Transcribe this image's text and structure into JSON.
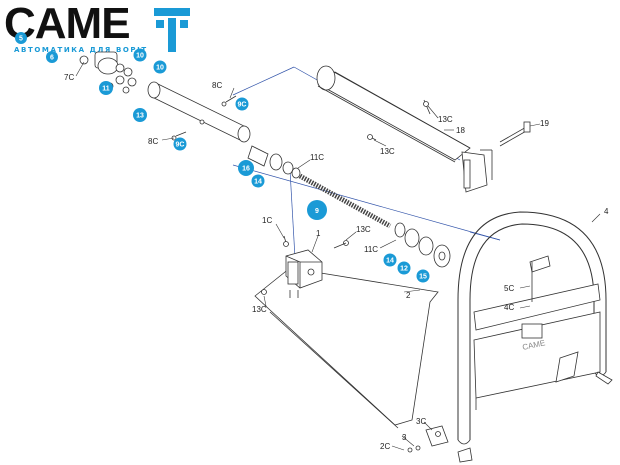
{
  "brand": {
    "name": "CAME",
    "tagline": "АВТОМАТИКА ДЛЯ ВОРІТ",
    "accent": "#1a9ad6"
  },
  "part_badges": [
    {
      "id": "5",
      "text": "5"
    },
    {
      "id": "6",
      "text": "6"
    },
    {
      "id": "10a",
      "text": "10"
    },
    {
      "id": "10b",
      "text": "10"
    },
    {
      "id": "11",
      "text": "11"
    },
    {
      "id": "13",
      "text": "13"
    },
    {
      "id": "9c1",
      "text": "9C"
    },
    {
      "id": "9c2",
      "text": "9C"
    },
    {
      "id": "16",
      "text": "16"
    },
    {
      "id": "14a",
      "text": "14"
    },
    {
      "id": "9",
      "text": "9"
    },
    {
      "id": "14b",
      "text": "14"
    },
    {
      "id": "12",
      "text": "12"
    },
    {
      "id": "15",
      "text": "15"
    }
  ],
  "part_labels": [
    {
      "id": "7c",
      "text": "7C"
    },
    {
      "id": "8c1",
      "text": "8C"
    },
    {
      "id": "8c2",
      "text": "8C"
    },
    {
      "id": "11c1",
      "text": "11C"
    },
    {
      "id": "13c1",
      "text": "13C"
    },
    {
      "id": "13c2",
      "text": "13C"
    },
    {
      "id": "18",
      "text": "18"
    },
    {
      "id": "19",
      "text": "19"
    },
    {
      "id": "4",
      "text": "4"
    },
    {
      "id": "1c",
      "text": "1C"
    },
    {
      "id": "1",
      "text": "1"
    },
    {
      "id": "13c3",
      "text": "13C"
    },
    {
      "id": "11c2",
      "text": "11C"
    },
    {
      "id": "5c",
      "text": "5C"
    },
    {
      "id": "4c",
      "text": "4C"
    },
    {
      "id": "2",
      "text": "2"
    },
    {
      "id": "13c4",
      "text": "13C"
    },
    {
      "id": "3c",
      "text": "3C"
    },
    {
      "id": "3",
      "text": "3"
    },
    {
      "id": "2c",
      "text": "2C"
    }
  ],
  "stamp": "CAME"
}
